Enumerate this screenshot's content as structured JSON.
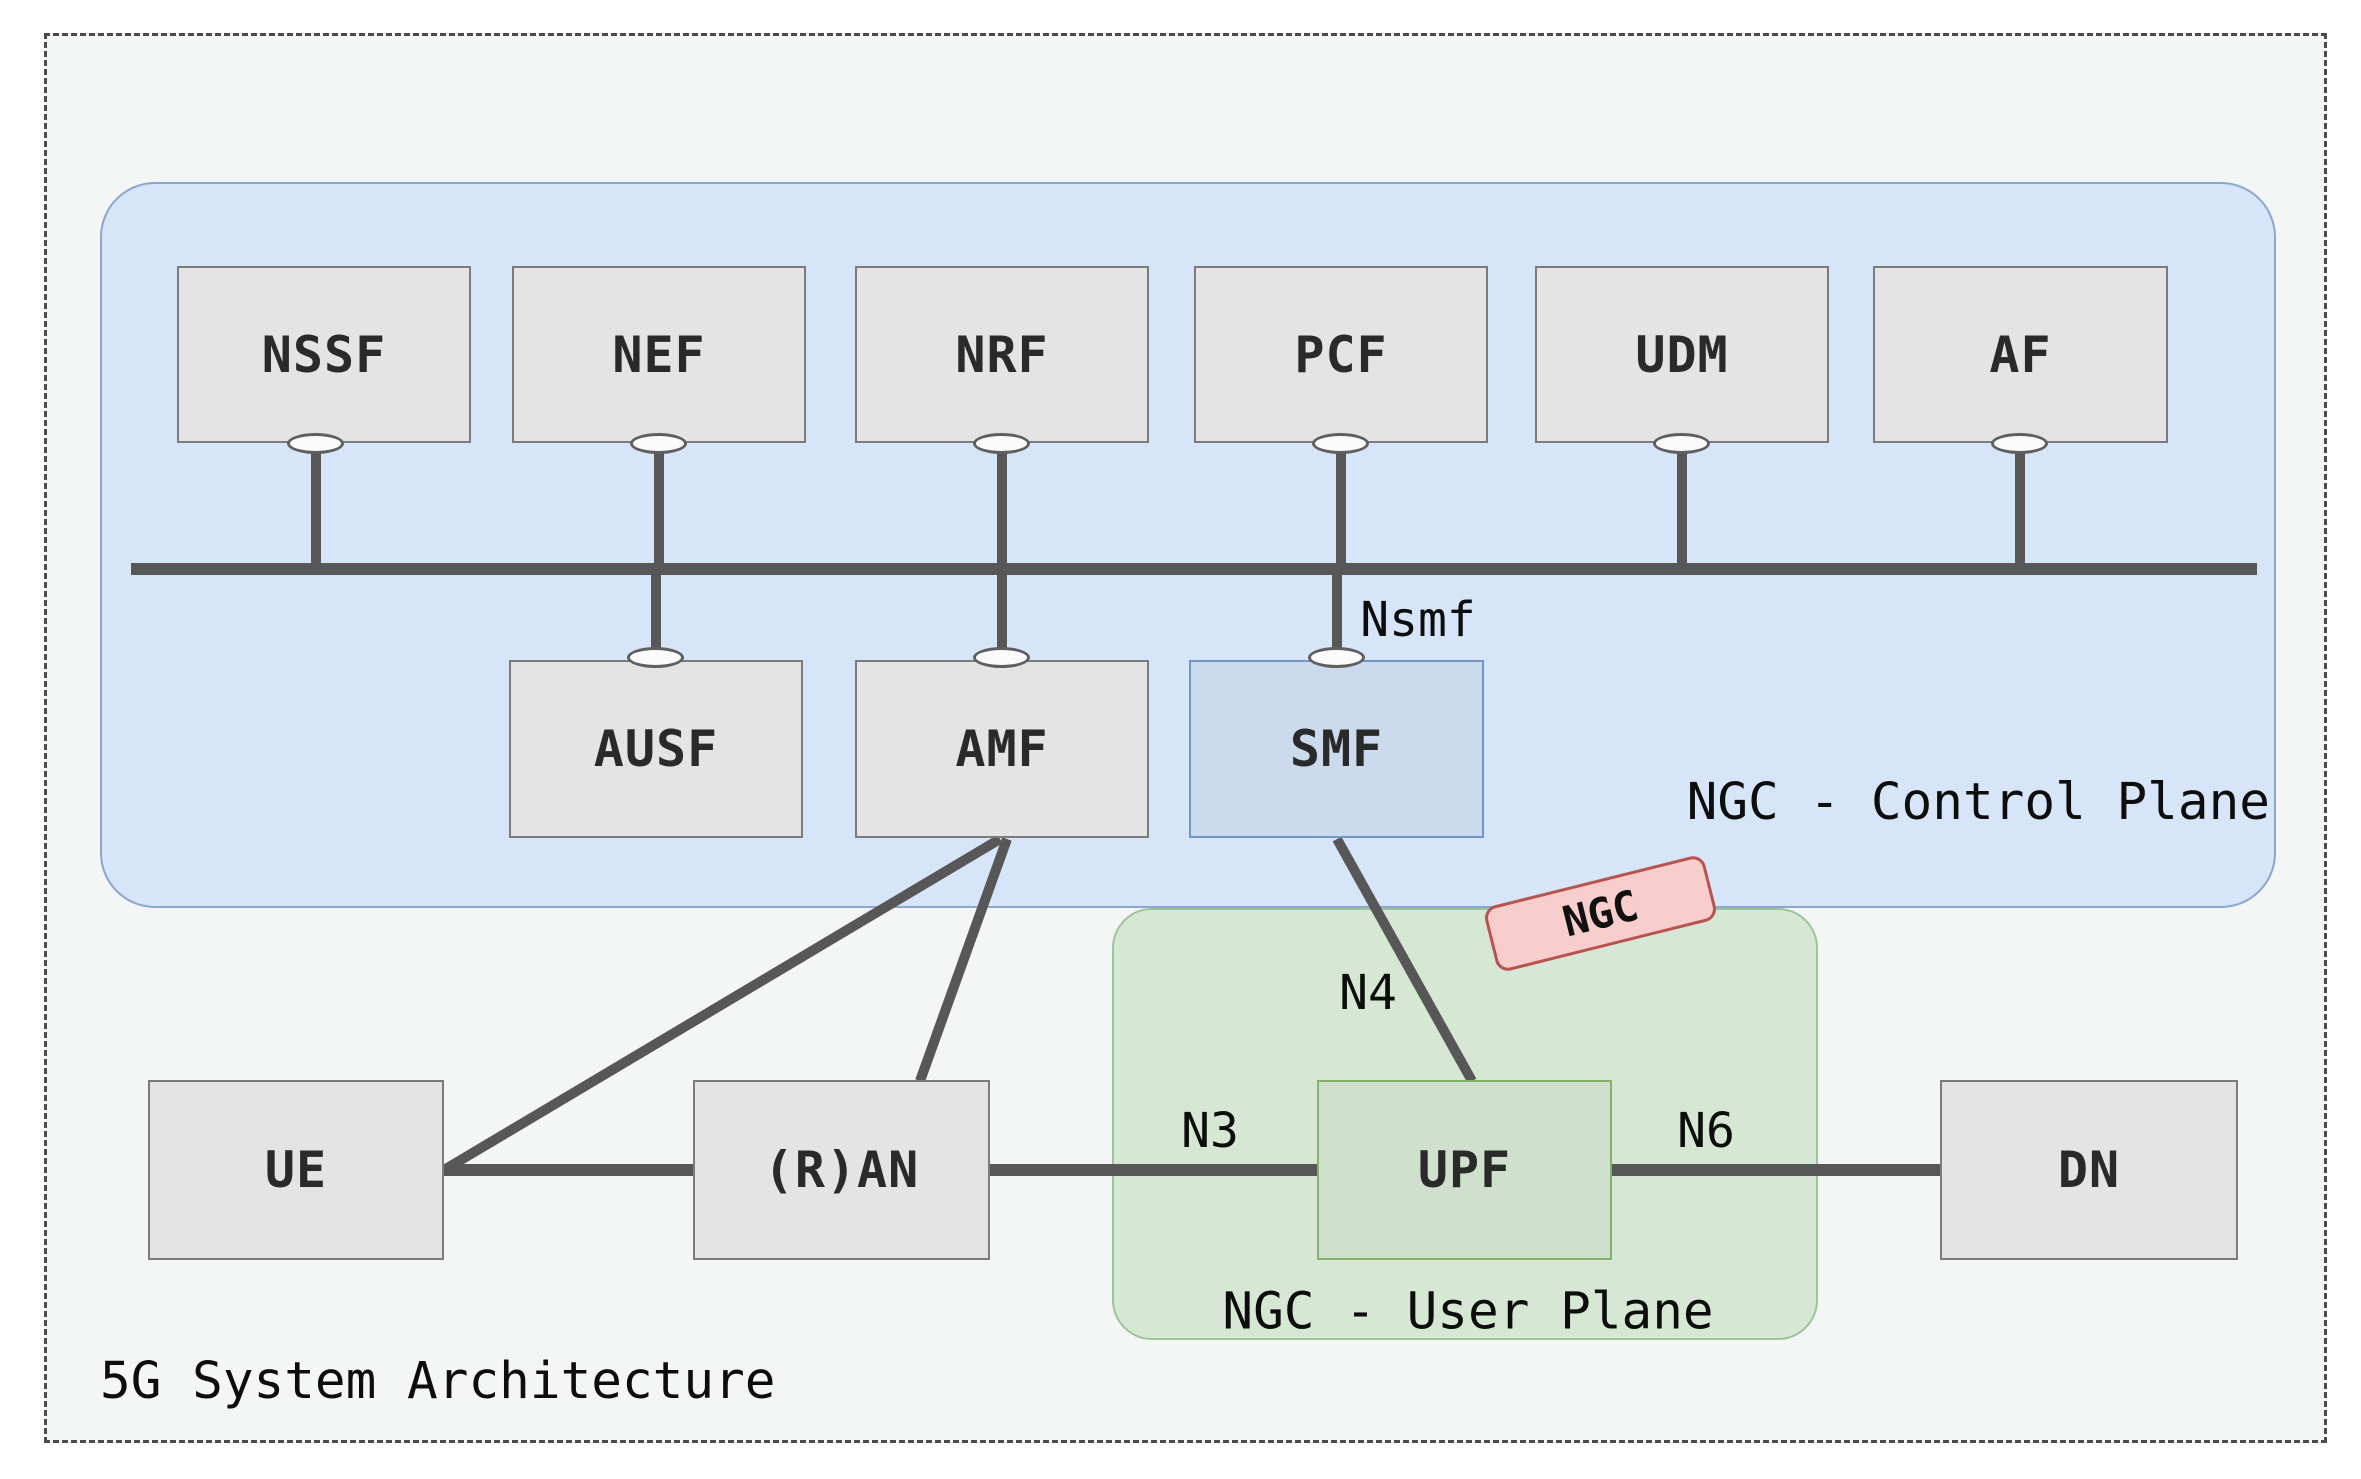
{
  "title": "5G System Architecture",
  "regions": {
    "control_plane": {
      "label": "NGC - Control Plane"
    },
    "user_plane": {
      "label": "NGC - User Plane"
    }
  },
  "badge": {
    "label": "NGC"
  },
  "nodes": {
    "nssf": {
      "label": "NSSF"
    },
    "nef": {
      "label": "NEF"
    },
    "nrf": {
      "label": "NRF"
    },
    "pcf": {
      "label": "PCF"
    },
    "udm": {
      "label": "UDM"
    },
    "af": {
      "label": "AF"
    },
    "ausf": {
      "label": "AUSF"
    },
    "amf": {
      "label": "AMF"
    },
    "smf": {
      "label": "SMF"
    },
    "ue": {
      "label": "UE"
    },
    "ran": {
      "label": "(R)AN"
    },
    "upf": {
      "label": "UPF"
    },
    "dn": {
      "label": "DN"
    }
  },
  "interfaces": {
    "nsmf": "Nsmf",
    "n3": "N3",
    "n4": "N4",
    "n6": "N6"
  },
  "colors": {
    "frame_bg": "#f4f5f5",
    "frame_border": "#4c4c4c",
    "control_plane_fill": "#d7e5f9",
    "control_plane_stroke": "#8aa7cf",
    "user_plane_fill": "#d6e8d4",
    "user_plane_stroke": "#9cc498",
    "node_fill": "#e4e4e4",
    "node_stroke": "#7c7c7c",
    "smf_fill": "#ccdaee",
    "smf_stroke": "#7595c2",
    "upf_fill": "#cfe1cd",
    "upf_stroke": "#82b366",
    "badge_fill": "#f8cecc",
    "badge_stroke": "#b85450",
    "connector": "#575757"
  }
}
